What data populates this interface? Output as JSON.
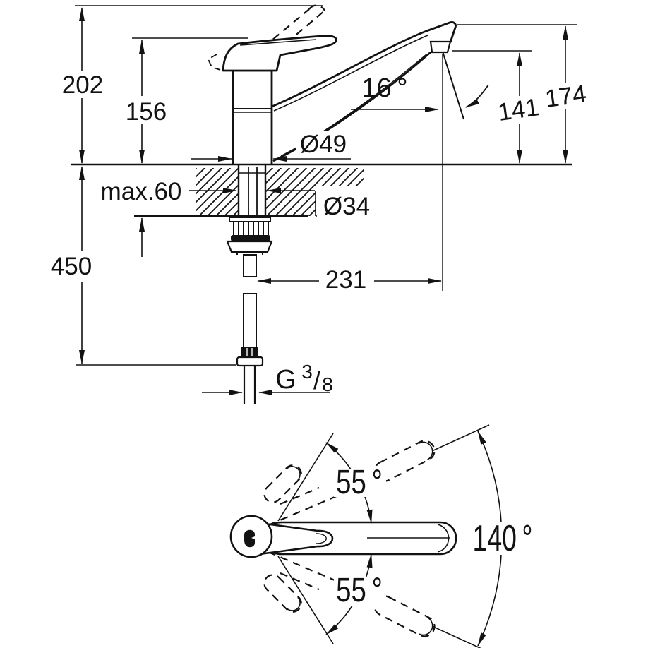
{
  "side_view": {
    "overall_height": "202",
    "height_to_spout": "156",
    "max_deck_thickness": "max.60",
    "hose_length": "450",
    "base_diameter": "Ø49",
    "hole_diameter": "Ø34",
    "spout_angle": "16 °",
    "outlet_height": "141",
    "spout_height": "174",
    "spout_reach": "231",
    "thread": {
      "prefix": "G",
      "numerator": "3",
      "slash": "/",
      "denominator": "8"
    }
  },
  "top_view": {
    "swing_upper": "55 °",
    "swivel_total": "140 °",
    "swing_lower": "55 °"
  },
  "colors": {
    "ink": "#121212",
    "background": "#ffffff"
  }
}
